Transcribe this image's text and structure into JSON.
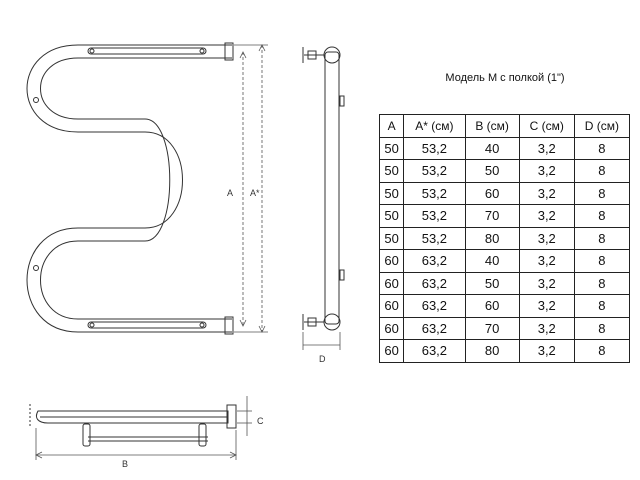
{
  "title": "Модель  М с полкой (1\")",
  "dimension_labels": {
    "a": "A",
    "a_star": "A*",
    "b": "B",
    "c": "C",
    "d": "D"
  },
  "table": {
    "headers": [
      "A",
      "A* (см)",
      "B (см)",
      "C (см)",
      "D (см)"
    ],
    "rows": [
      [
        "50",
        "53,2",
        "40",
        "3,2",
        "8"
      ],
      [
        "50",
        "53,2",
        "50",
        "3,2",
        "8"
      ],
      [
        "50",
        "53,2",
        "60",
        "3,2",
        "8"
      ],
      [
        "50",
        "53,2",
        "70",
        "3,2",
        "8"
      ],
      [
        "50",
        "53,2",
        "80",
        "3,2",
        "8"
      ],
      [
        "60",
        "63,2",
        "40",
        "3,2",
        "8"
      ],
      [
        "60",
        "63,2",
        "50",
        "3,2",
        "8"
      ],
      [
        "60",
        "63,2",
        "60",
        "3,2",
        "8"
      ],
      [
        "60",
        "63,2",
        "70",
        "3,2",
        "8"
      ],
      [
        "60",
        "63,2",
        "80",
        "3,2",
        "8"
      ]
    ]
  }
}
